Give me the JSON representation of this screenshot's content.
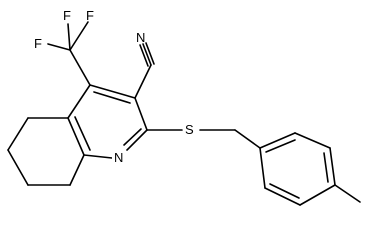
{
  "structure": {
    "atoms": {
      "F1": "F",
      "F2": "F",
      "F3": "F",
      "N_nitrile": "N",
      "N_ring": "N",
      "S": "S"
    }
  }
}
